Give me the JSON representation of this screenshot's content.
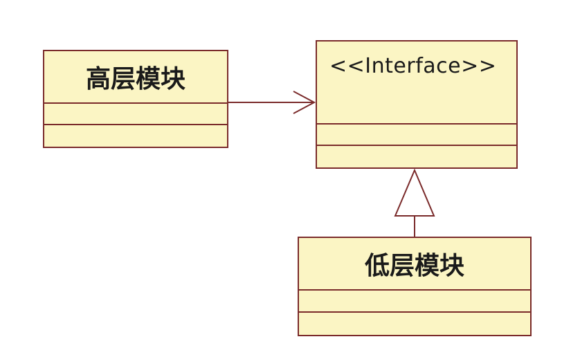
{
  "diagram": {
    "high_level_module": {
      "name": "高层模块"
    },
    "interface": {
      "stereotype": "<<Interface>>"
    },
    "low_level_module": {
      "name": "低层模块"
    },
    "colors": {
      "class_fill": "#fbf5c4",
      "class_border": "#7a2a2a",
      "text": "#1a1a1a",
      "background": "#ffffff"
    },
    "relations": [
      {
        "type": "dependency",
        "from": "高层模块",
        "to": "<<Interface>>"
      },
      {
        "type": "realization",
        "from": "低层模块",
        "to": "<<Interface>>"
      }
    ]
  }
}
